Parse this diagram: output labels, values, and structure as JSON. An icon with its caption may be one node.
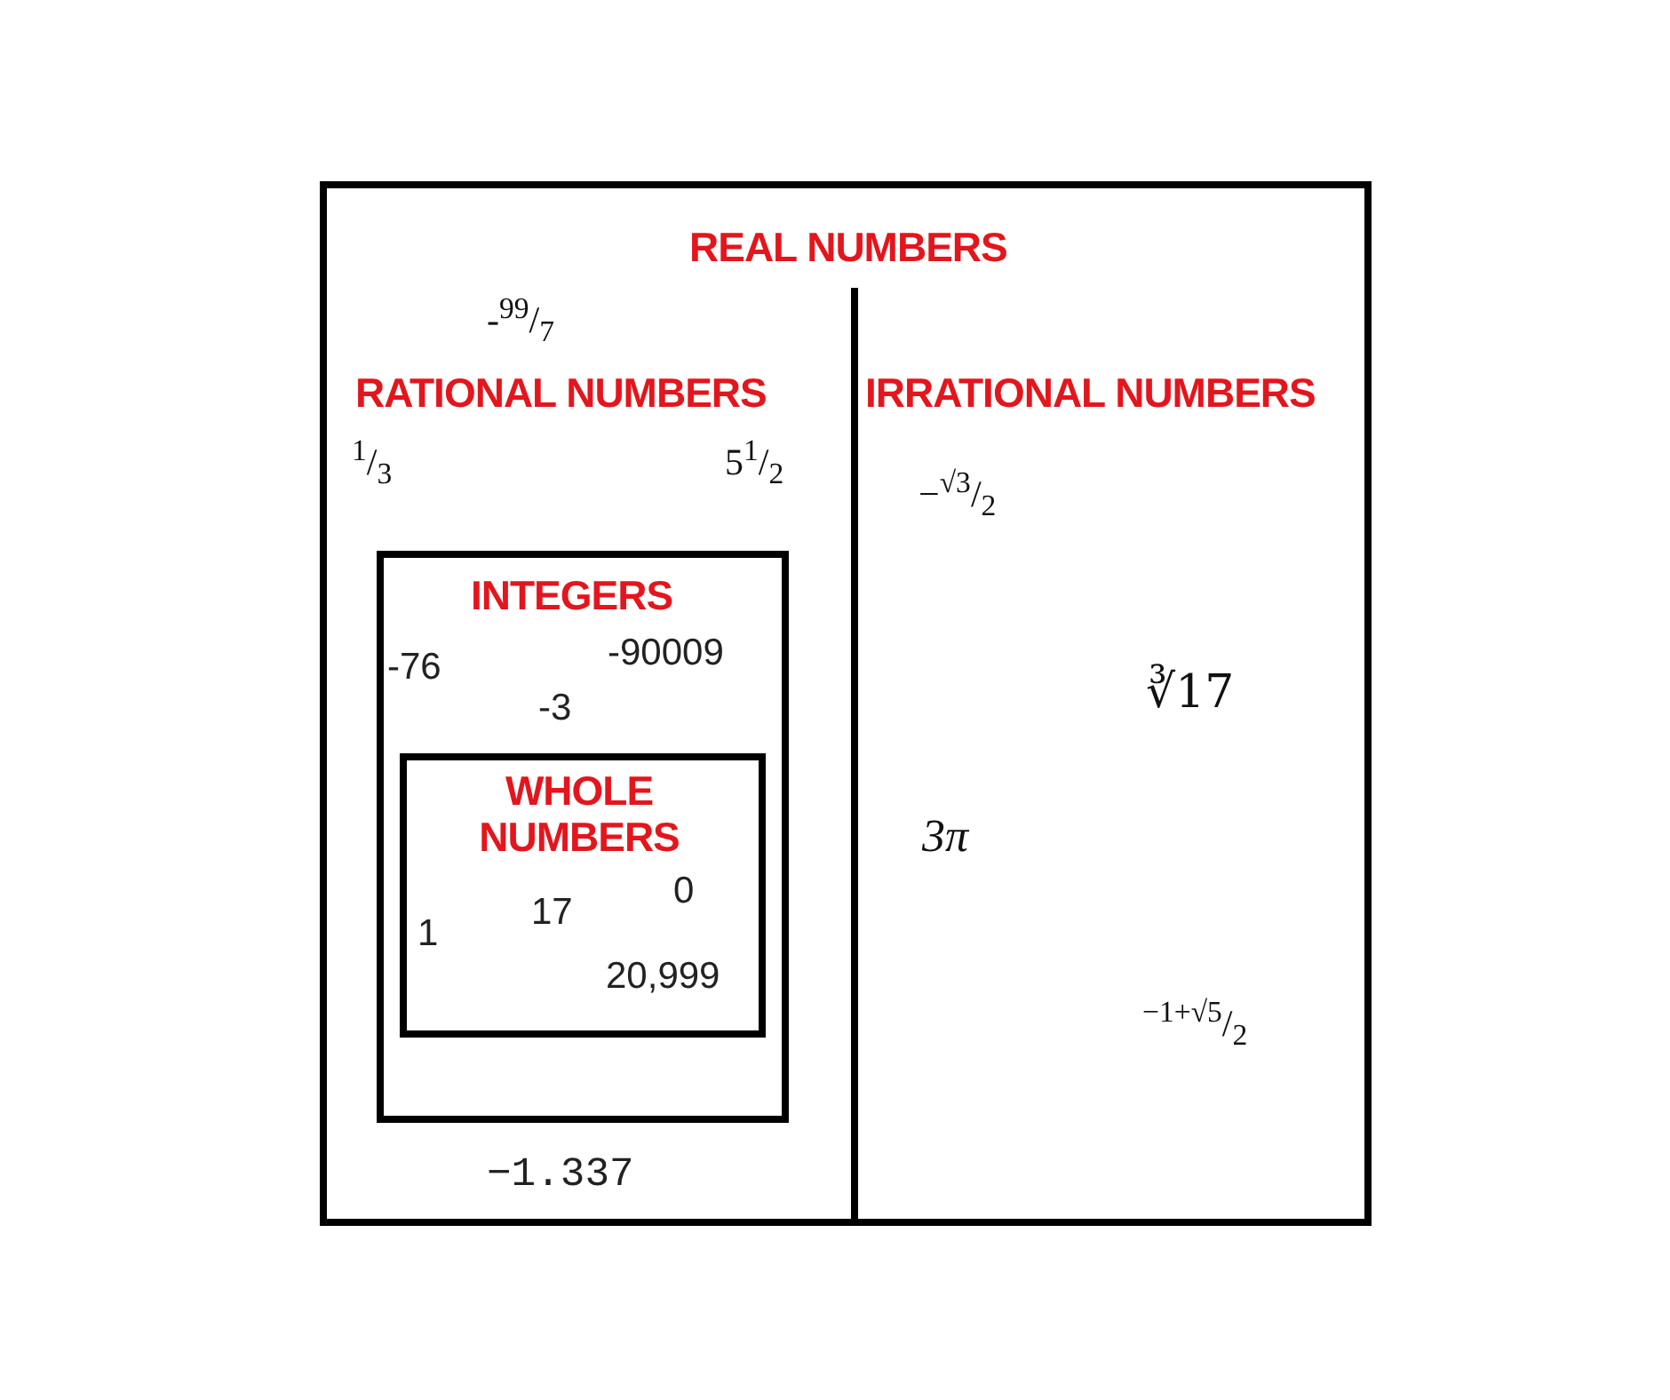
{
  "diagram": {
    "nodes": [
      {
        "text": [
          "REAL NUMBERS"
        ]
      },
      {
        "text": [
          "-$^{99}$/$_{7}$",
          "RATIONAL NUMBERS",
          "$^{1}$/$_{3}$",
          "5$^{1}$/$_{2}$",
          "−1.337"
        ],
        "in": 0
      },
      {
        "text": [
          "INTEGERS",
          "-76",
          "-90009",
          "-3"
        ],
        "in": 1
      },
      {
        "text": [
          "WHOLE NUMBERS",
          "1",
          "17",
          "0",
          "20,999"
        ],
        "in": 2
      },
      {
        "text": [
          "IRRATIONAL NUMBERS",
          "−$^{√3}$/$_{2}$",
          "∛17",
          "3π",
          "$^{−1+√5}$/$_{2}$"
        ],
        "in": 0
      }
    ]
  }
}
